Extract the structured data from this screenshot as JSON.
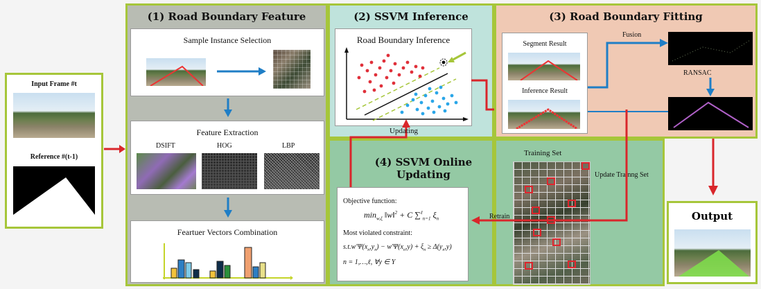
{
  "input": {
    "frame_label": "Input Frame #t",
    "reference_label": "Reference #(t-1)"
  },
  "panel1": {
    "title": "(1)  Road Boundary Feature",
    "sample_title": "Sample Instance Selection",
    "feature_title": "Feature Extraction",
    "dsift": "DSIFT",
    "hog": "HOG",
    "lbp": "LBP",
    "vectors_title": "Feartuer Vectors Combination"
  },
  "panel2": {
    "title": "(2)  SSVM Inference",
    "box_title": "Road Boundary Inference",
    "updating": "Updating"
  },
  "panel3": {
    "title": "(3)  Road Boundary Fitting",
    "segment": "Segment Result",
    "inference": "Inference Result",
    "fusion": "Fusion",
    "ransac": "RANSAC"
  },
  "panel4": {
    "title_line1": "(4)  SSVM Online",
    "title_line2": "Updating",
    "objective": "Objective function:",
    "most_violated": "Most violated constraint:",
    "retrain": "Retrain"
  },
  "training": {
    "title": "Training  Set",
    "update": "Update Trainng  Set"
  },
  "output": {
    "title": "Output"
  },
  "colors": {
    "panel_border": "#a6c63a",
    "arrow_blue": "#1f7ec6",
    "arrow_red": "#d9262b",
    "panel1_bg": "#b8bcb3",
    "panel2_bg": "#bfe3dc",
    "panel3_bg": "#f0c9b4",
    "panel4_bg": "#94c9a4"
  }
}
